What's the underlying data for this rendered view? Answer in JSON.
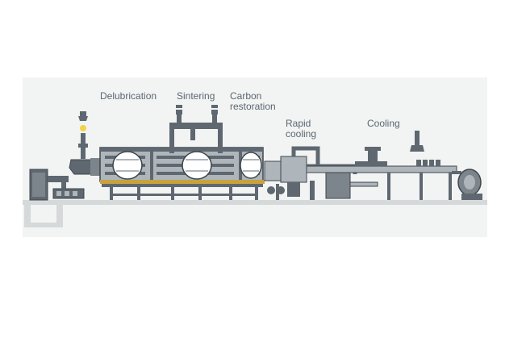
{
  "labels": {
    "delubrication": "Delubrication",
    "sintering": "Sintering",
    "carbon_line1": "Carbon",
    "carbon_line2": "restoration",
    "rapid_line1": "Rapid",
    "rapid_line2": "cooling",
    "cooling": "Cooling"
  },
  "colors": {
    "panel": "#f2f3f3",
    "machine": "#5f6870",
    "machine_light": "#aeb6bb",
    "outline": "#3e464c",
    "belt": "#c8a23c",
    "floor": "#d6d9da",
    "flame": "#f2d34a"
  }
}
